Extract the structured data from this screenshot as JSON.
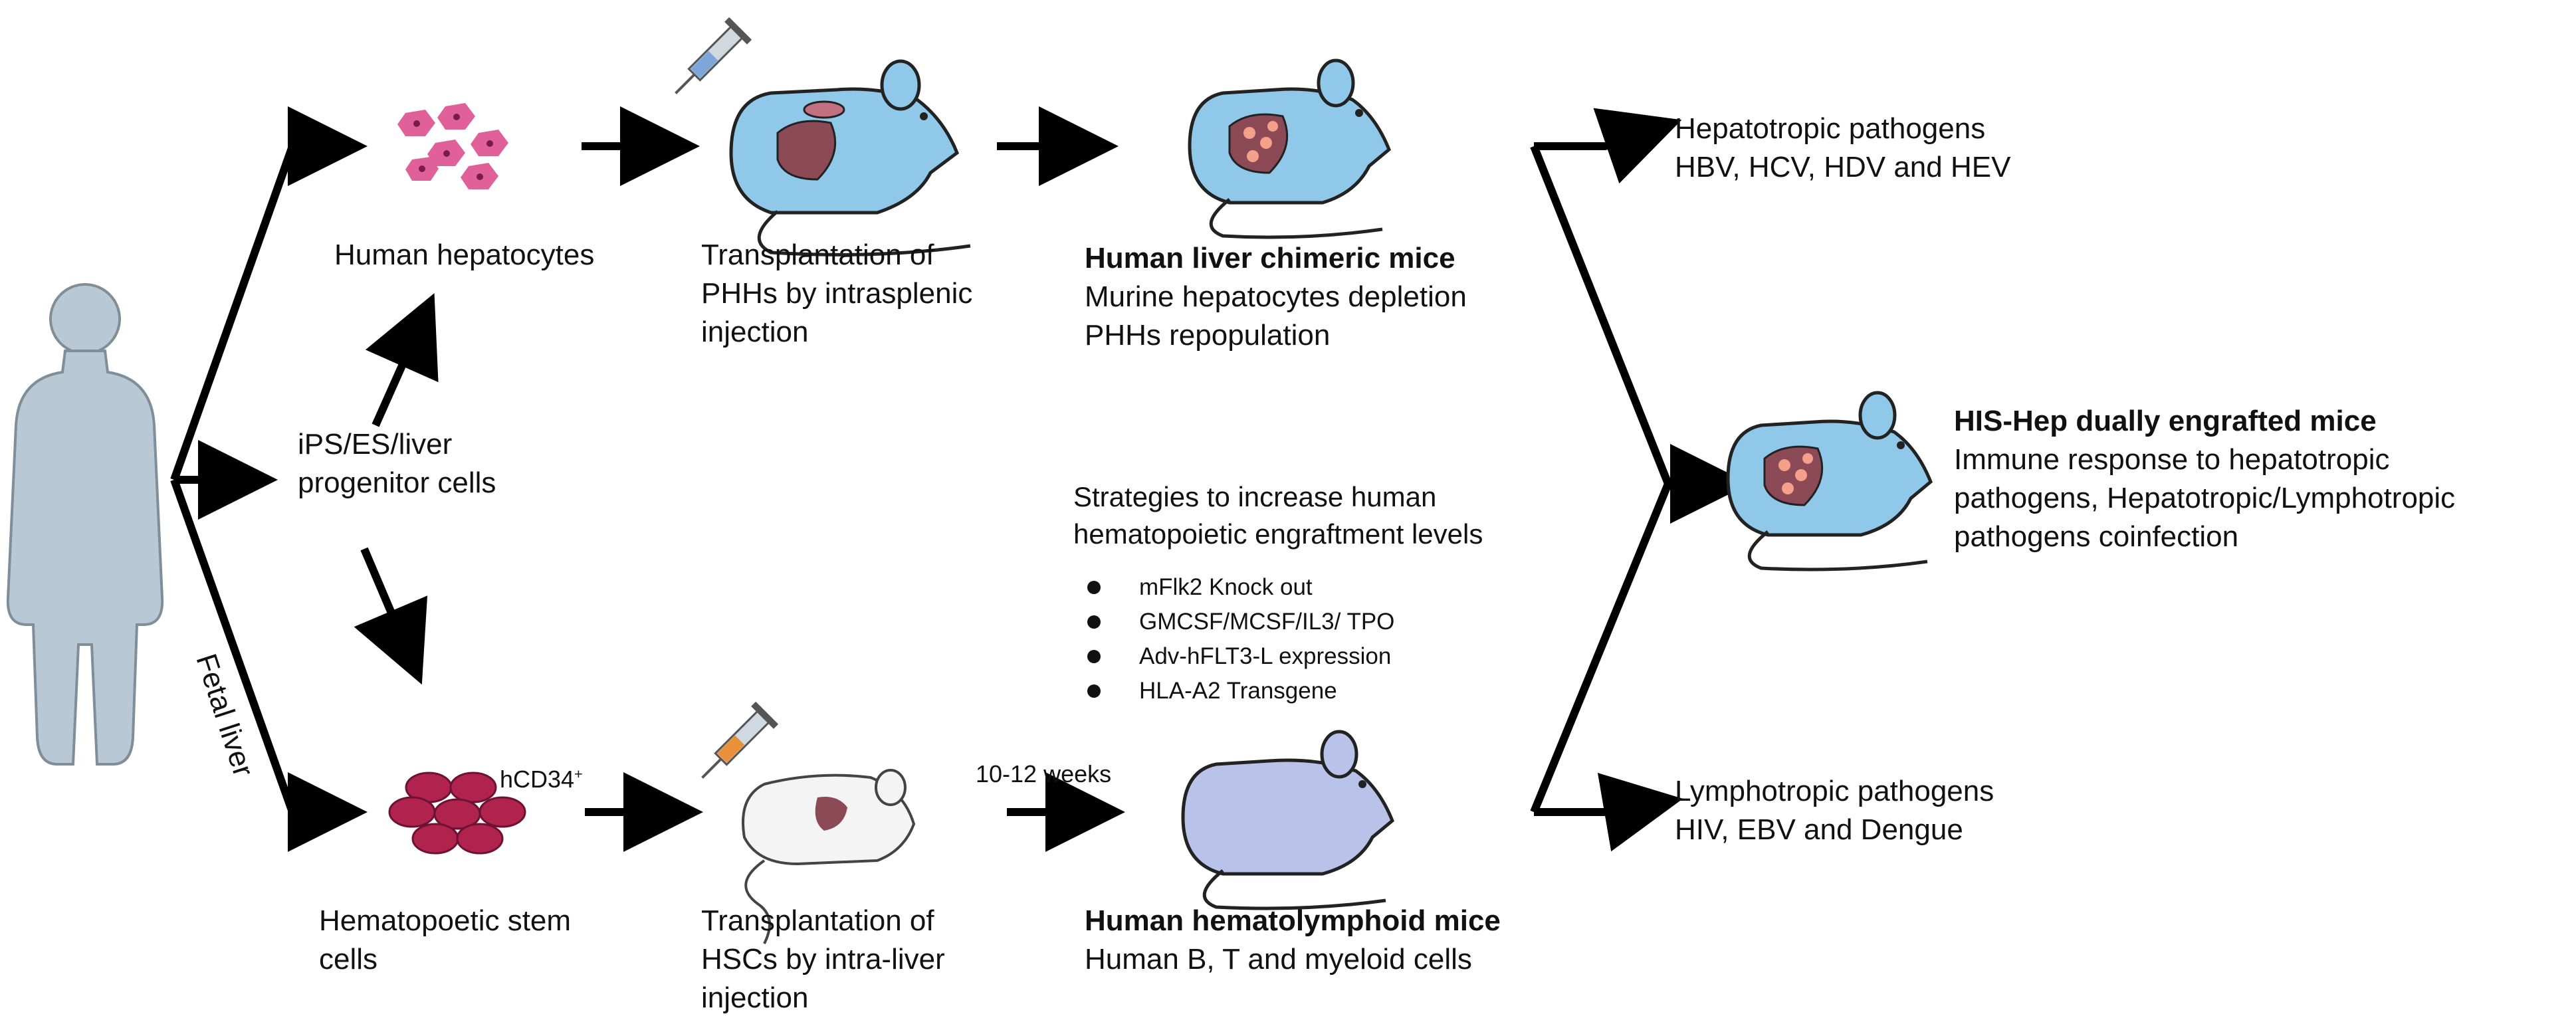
{
  "left_branch": {
    "human_hepatocytes": "Human hepatocytes",
    "ips_line1": "iPS/ES/liver",
    "ips_line2": "progenitor cells",
    "fetal_liver": "Fetal liver",
    "hsc_line1": "Hematopoetic stem",
    "hsc_line2": "cells",
    "hcd34": "hCD34",
    "hcd34_sup": "+"
  },
  "transplant_top": {
    "line1": "Transplantation of",
    "line2": "PHHs by intrasplenic",
    "line3": "injection"
  },
  "transplant_bottom": {
    "line1": "Transplantation of",
    "line2": "HSCs by intra-liver",
    "line3": "injection"
  },
  "liver_chimeric": {
    "title": "Human liver chimeric mice",
    "line1": "Murine hepatocytes depletion",
    "line2": "PHHs repopulation"
  },
  "strategies": {
    "line1": "Strategies to increase human",
    "line2": "hematopoietic engraftment levels",
    "items": [
      "mFlk2 Knock out",
      "GMCSF/MCSF/IL3/ TPO",
      "Adv-hFLT3-L expression",
      "HLA-A2 Transgene"
    ]
  },
  "weeks_label": "10-12 weeks",
  "hematolymphoid": {
    "title": "Human hematolymphoid mice",
    "line1": "Human B, T and myeloid cells"
  },
  "hepatotropic": {
    "line1": "Hepatotropic pathogens",
    "line2": "HBV, HCV, HDV and HEV"
  },
  "lymphotropic": {
    "line1": "Lymphotropic pathogens",
    "line2": "HIV, EBV and Dengue"
  },
  "his_hep": {
    "title": "HIS-Hep dually engrafted mice",
    "line1": "Immune response to hepatotropic",
    "line2": "pathogens, Hepatotropic/Lymphotropic",
    "line3": "pathogens coinfection"
  },
  "colors": {
    "mouse_blue": "#8fc8e8",
    "mouse_lavender": "#b9c2e8",
    "liver": "#8b4a55",
    "hepatocyte": "#e0609a",
    "hsc": "#b0234f",
    "body": "#b8c8d4",
    "arrow": "#000000"
  }
}
